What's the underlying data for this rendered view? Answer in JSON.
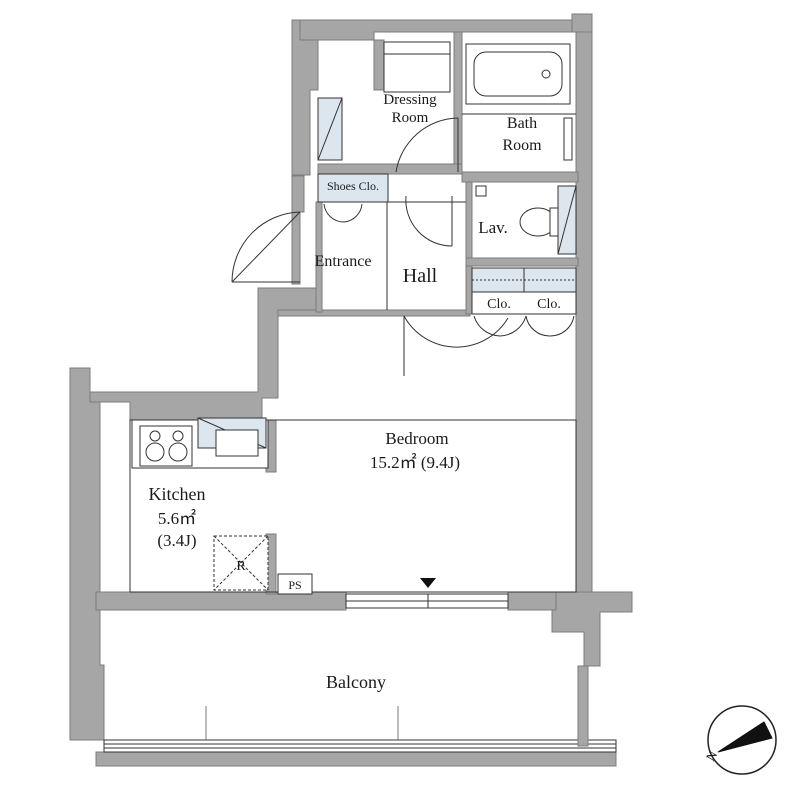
{
  "rooms": {
    "dressing_room": [
      "Dressing",
      "Room"
    ],
    "bath_room": [
      "Bath",
      "Room"
    ],
    "shoes_closet": "Shoes Clo.",
    "lavatory": "Lav.",
    "entrance": "Entrance",
    "hall": "Hall",
    "closet_1": "Clo.",
    "closet_2": "Clo.",
    "bedroom": {
      "name": "Bedroom",
      "area": "15.2㎡ (9.4J)"
    },
    "kitchen": {
      "name": "Kitchen",
      "area": "5.6㎡",
      "tatami": "(3.4J)"
    },
    "refrigerator": "R",
    "pipe_space": "PS",
    "balcony": "Balcony"
  },
  "compass": {
    "north_label": "N"
  },
  "colors": {
    "wall": "#a6a6a6",
    "fixture_blue": "#dce6ef",
    "line": "#333333"
  }
}
